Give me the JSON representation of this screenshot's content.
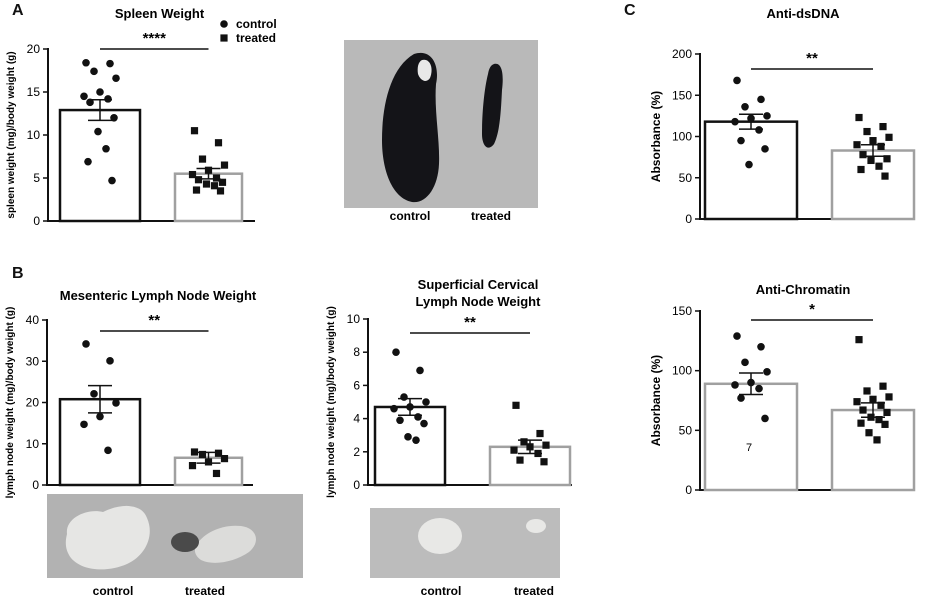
{
  "panels": {
    "a": "A",
    "b": "B",
    "c": "C"
  },
  "colors": {
    "control_bar": "#111111",
    "treated_bar": "#a0a0a0",
    "photo_bg": "#b8b8b8",
    "spleen": "#141418",
    "node": "#e4e4e2"
  },
  "photos": [
    {
      "id": "spleen",
      "labels": [
        "control",
        "treated"
      ]
    },
    {
      "id": "mesenteric",
      "labels": [
        "control",
        "treated"
      ]
    },
    {
      "id": "cervical",
      "labels": [
        "control",
        "treated"
      ]
    }
  ],
  "chart_data": [
    {
      "id": "spleen",
      "type": "bar",
      "title": "Spleen Weight",
      "xlabel": "",
      "ylabel": "spleen weight (mg)/body weight (g)",
      "ylim": [
        0,
        20
      ],
      "yticks": [
        0,
        5,
        10,
        15,
        20
      ],
      "legend": {
        "placement": "top-right",
        "entries": [
          {
            "label": "control",
            "marker": "circle"
          },
          {
            "label": "treated",
            "marker": "square"
          }
        ]
      },
      "significance": "****",
      "series": [
        {
          "name": "control",
          "marker": "circle",
          "mean": 12.9,
          "sem": 1.2,
          "points": [
            18.4,
            18.3,
            17.4,
            16.6,
            15.0,
            14.5,
            14.2,
            13.8,
            12.0,
            10.4,
            8.4,
            6.9,
            4.7
          ]
        },
        {
          "name": "treated",
          "marker": "square",
          "mean": 5.5,
          "sem": 0.6,
          "points": [
            10.5,
            9.1,
            7.2,
            6.5,
            5.9,
            5.4,
            5.0,
            4.8,
            4.5,
            4.3,
            4.1,
            3.6,
            3.5
          ]
        }
      ]
    },
    {
      "id": "mesenteric",
      "type": "bar",
      "title": "Mesenteric Lymph Node Weight",
      "xlabel": "",
      "ylabel": "lymph node weight (mg)/body weight (g)",
      "ylim": [
        0,
        40
      ],
      "yticks": [
        0,
        10,
        20,
        30,
        40
      ],
      "significance": "**",
      "series": [
        {
          "name": "control",
          "marker": "circle",
          "mean": 20.8,
          "sem": 3.3,
          "points": [
            34.2,
            30.1,
            22.1,
            19.9,
            16.6,
            14.7,
            8.4
          ]
        },
        {
          "name": "treated",
          "marker": "square",
          "mean": 6.6,
          "sem": 1.3,
          "points": [
            8.0,
            7.7,
            7.4,
            6.4,
            5.6,
            4.7,
            2.8
          ]
        }
      ]
    },
    {
      "id": "cervical",
      "type": "bar",
      "title": "Superficial Cervical Lymph Node Weight",
      "title_lines": [
        "Superficial Cervical",
        "Lymph Node Weight"
      ],
      "xlabel": "",
      "ylabel": "lymph node weight (mg)/body weight (g)",
      "ylim": [
        0,
        10
      ],
      "yticks": [
        0,
        2,
        4,
        6,
        8,
        10
      ],
      "significance": "**",
      "series": [
        {
          "name": "control",
          "marker": "circle",
          "mean": 4.7,
          "sem": 0.5,
          "points": [
            8.0,
            6.9,
            5.3,
            5.0,
            4.7,
            4.6,
            4.1,
            3.9,
            3.7,
            2.9,
            2.7
          ]
        },
        {
          "name": "treated",
          "marker": "square",
          "mean": 2.3,
          "sem": 0.4,
          "points": [
            4.8,
            3.1,
            2.6,
            2.4,
            2.3,
            2.1,
            1.9,
            1.5,
            1.4
          ]
        }
      ]
    },
    {
      "id": "dsdna",
      "type": "bar",
      "title": "Anti-dsDNA",
      "xlabel": "",
      "ylabel": "Absorbance (%)",
      "ylim": [
        0,
        200
      ],
      "yticks": [
        0,
        50,
        100,
        150,
        200
      ],
      "significance": "**",
      "series": [
        {
          "name": "control",
          "marker": "circle",
          "mean": 118,
          "sem": 9,
          "points": [
            168,
            145,
            136,
            125,
            122,
            118,
            108,
            95,
            85,
            66
          ]
        },
        {
          "name": "treated",
          "marker": "square",
          "mean": 83,
          "sem": 7,
          "points": [
            123,
            112,
            106,
            99,
            95,
            90,
            88,
            78,
            73,
            71,
            64,
            60,
            52
          ]
        }
      ]
    },
    {
      "id": "chromatin",
      "type": "bar",
      "title": "Anti-Chromatin",
      "xlabel": "",
      "ylabel": "Absorbance (%)",
      "ylim": [
        0,
        150
      ],
      "yticks": [
        0,
        50,
        100,
        150
      ],
      "significance": "*",
      "annotations": [
        {
          "text": "7",
          "x": "control",
          "y": 36
        }
      ],
      "series": [
        {
          "name": "control",
          "marker": "circle",
          "mean": 89,
          "sem": 9,
          "points": [
            129,
            120,
            107,
            99,
            90,
            88,
            85,
            77,
            60
          ]
        },
        {
          "name": "treated",
          "marker": "square",
          "mean": 67,
          "sem": 6,
          "points": [
            126,
            87,
            83,
            78,
            76,
            74,
            71,
            67,
            65,
            61,
            59,
            56,
            55,
            48,
            42
          ]
        }
      ]
    }
  ]
}
